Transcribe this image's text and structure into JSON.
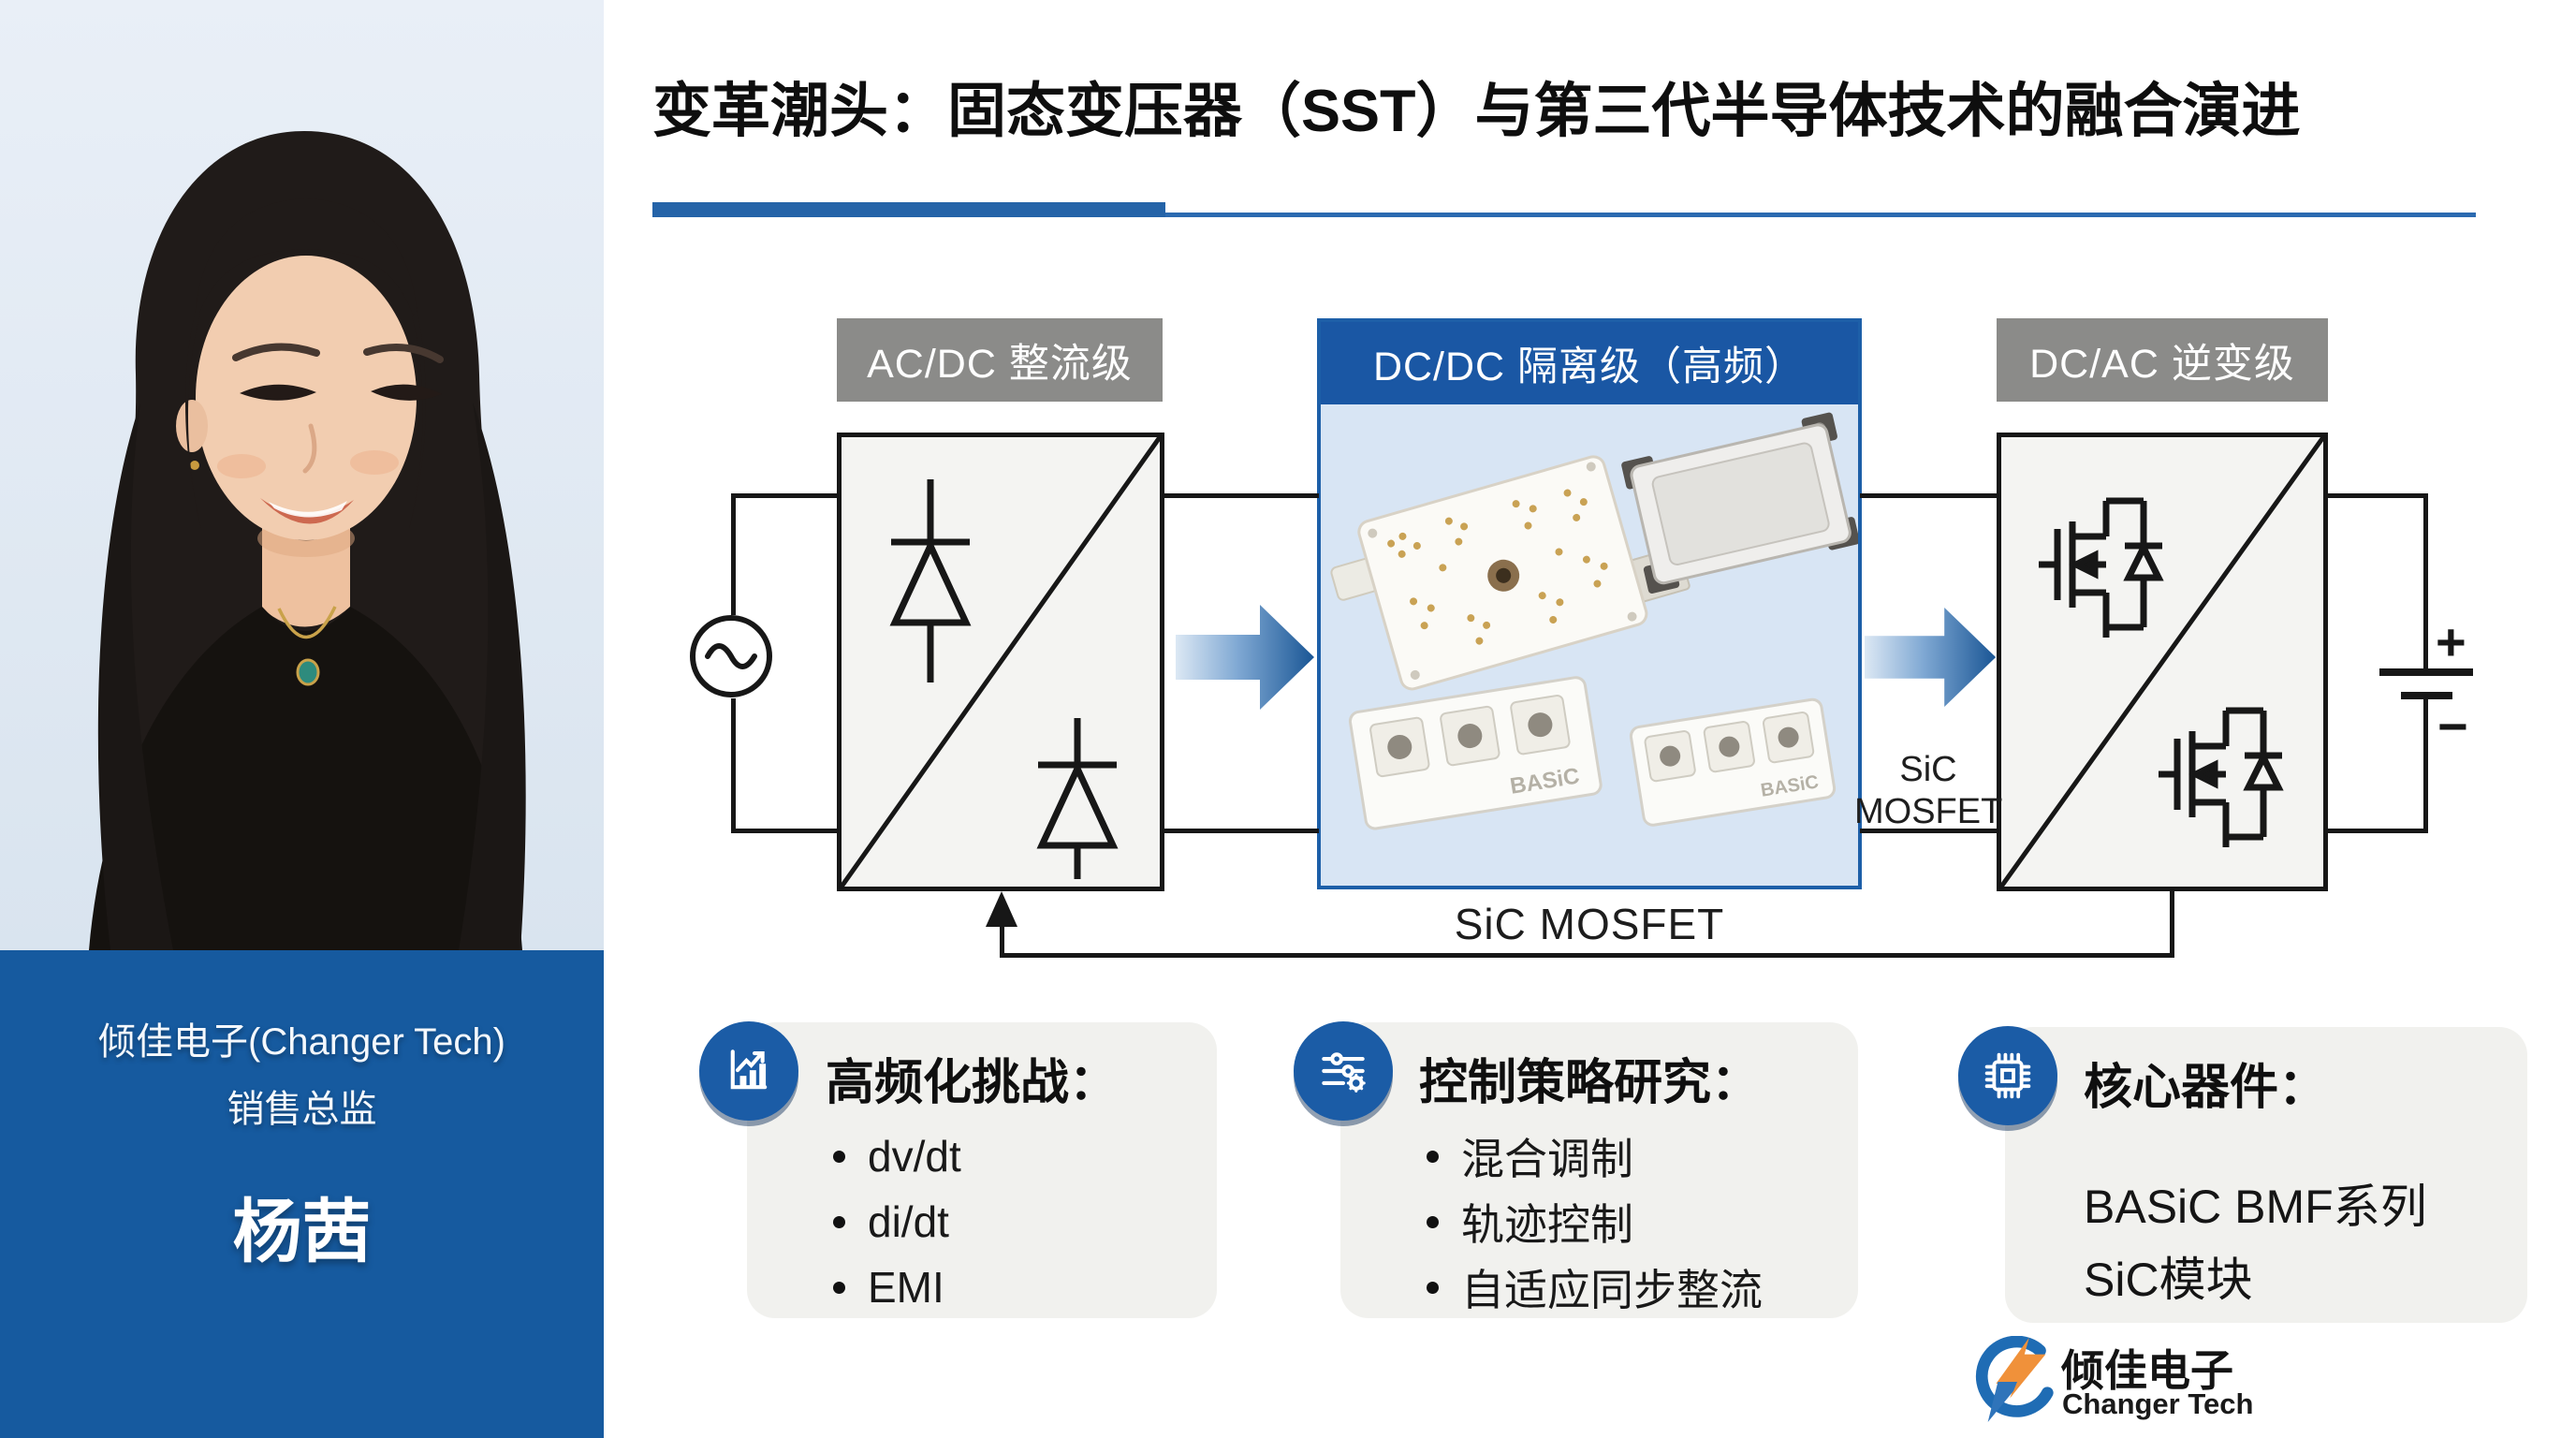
{
  "slide": {
    "title": "变革潮头：固态变压器（SST）与第三代半导体技术的融合演进"
  },
  "presenter": {
    "org": "倾佳电子(Changer Tech)",
    "role": "销售总监",
    "name": "杨茜"
  },
  "diagram": {
    "stages": [
      {
        "label": "AC/DC 整流级"
      },
      {
        "label": "DC/DC 隔离级（高频）"
      },
      {
        "label": "DC/AC 逆变级"
      }
    ],
    "arrow_label_line1": "SiC",
    "arrow_label_line2": "MOSFET",
    "bottom_label": "SiC MOSFET",
    "battery_plus": "+",
    "battery_minus": "−",
    "module_brand": "BASiC"
  },
  "cards": [
    {
      "icon": "bar-chart-icon",
      "title": "高频化挑战：",
      "items": [
        "dv/dt",
        "di/dt",
        "EMI"
      ]
    },
    {
      "icon": "sliders-icon",
      "title": "控制策略研究：",
      "items": [
        "混合调制",
        "轨迹控制",
        "自适应同步整流"
      ]
    },
    {
      "icon": "chip-icon",
      "title": "核心器件：",
      "lines": [
        "BASiC BMF系列",
        "SiC模块"
      ]
    }
  ],
  "logo": {
    "cn": "倾佳电子",
    "en": "Changer Tech"
  },
  "colors": {
    "accent_blue": "#1a57a4",
    "panel_blue": "#165a9f",
    "header_gray": "#8b8b89",
    "arrow_dark": "#1a5695",
    "card_bg": "#f1f1ee"
  }
}
